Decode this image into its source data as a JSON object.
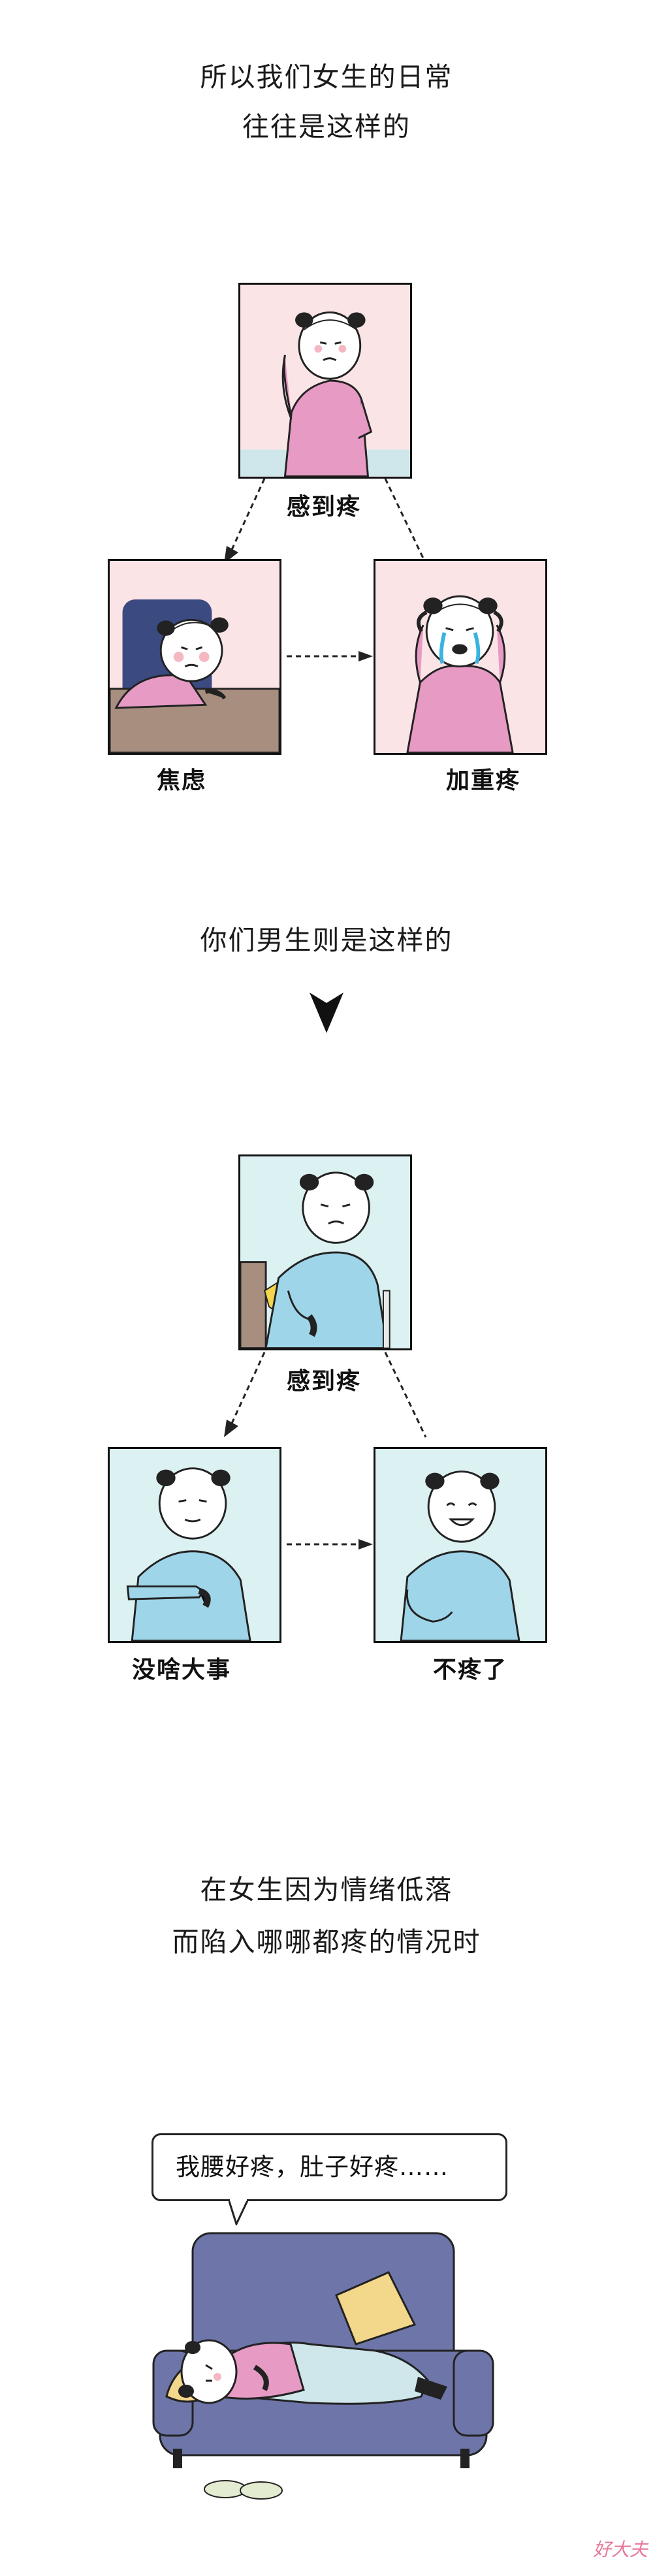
{
  "intro": {
    "line1": "所以我们女生的日常",
    "line2": "往往是这样的"
  },
  "female_cycle": {
    "top_label": "感到疼",
    "left_label": "焦虑",
    "right_label": "加重疼",
    "colors": {
      "panel_bg": "#fbe4e6",
      "shirt": "#e69ac4"
    }
  },
  "male_intro": {
    "line1": "你们男生则是这样的",
    "arrow_icon": "triangle-down"
  },
  "male_cycle": {
    "top_label": "感到疼",
    "left_label": "没啥大事",
    "right_label": "不疼了",
    "colors": {
      "panel_bg": "#dcf1f1",
      "shirt": "#9fd5e8"
    }
  },
  "closing": {
    "line1": "在女生因为情绪低落",
    "line2": "而陷入哪哪都疼的情况时"
  },
  "speech_bubble": {
    "text": "我腰好疼，肚子好疼……"
  },
  "watermark": {
    "text": "好大夫"
  }
}
